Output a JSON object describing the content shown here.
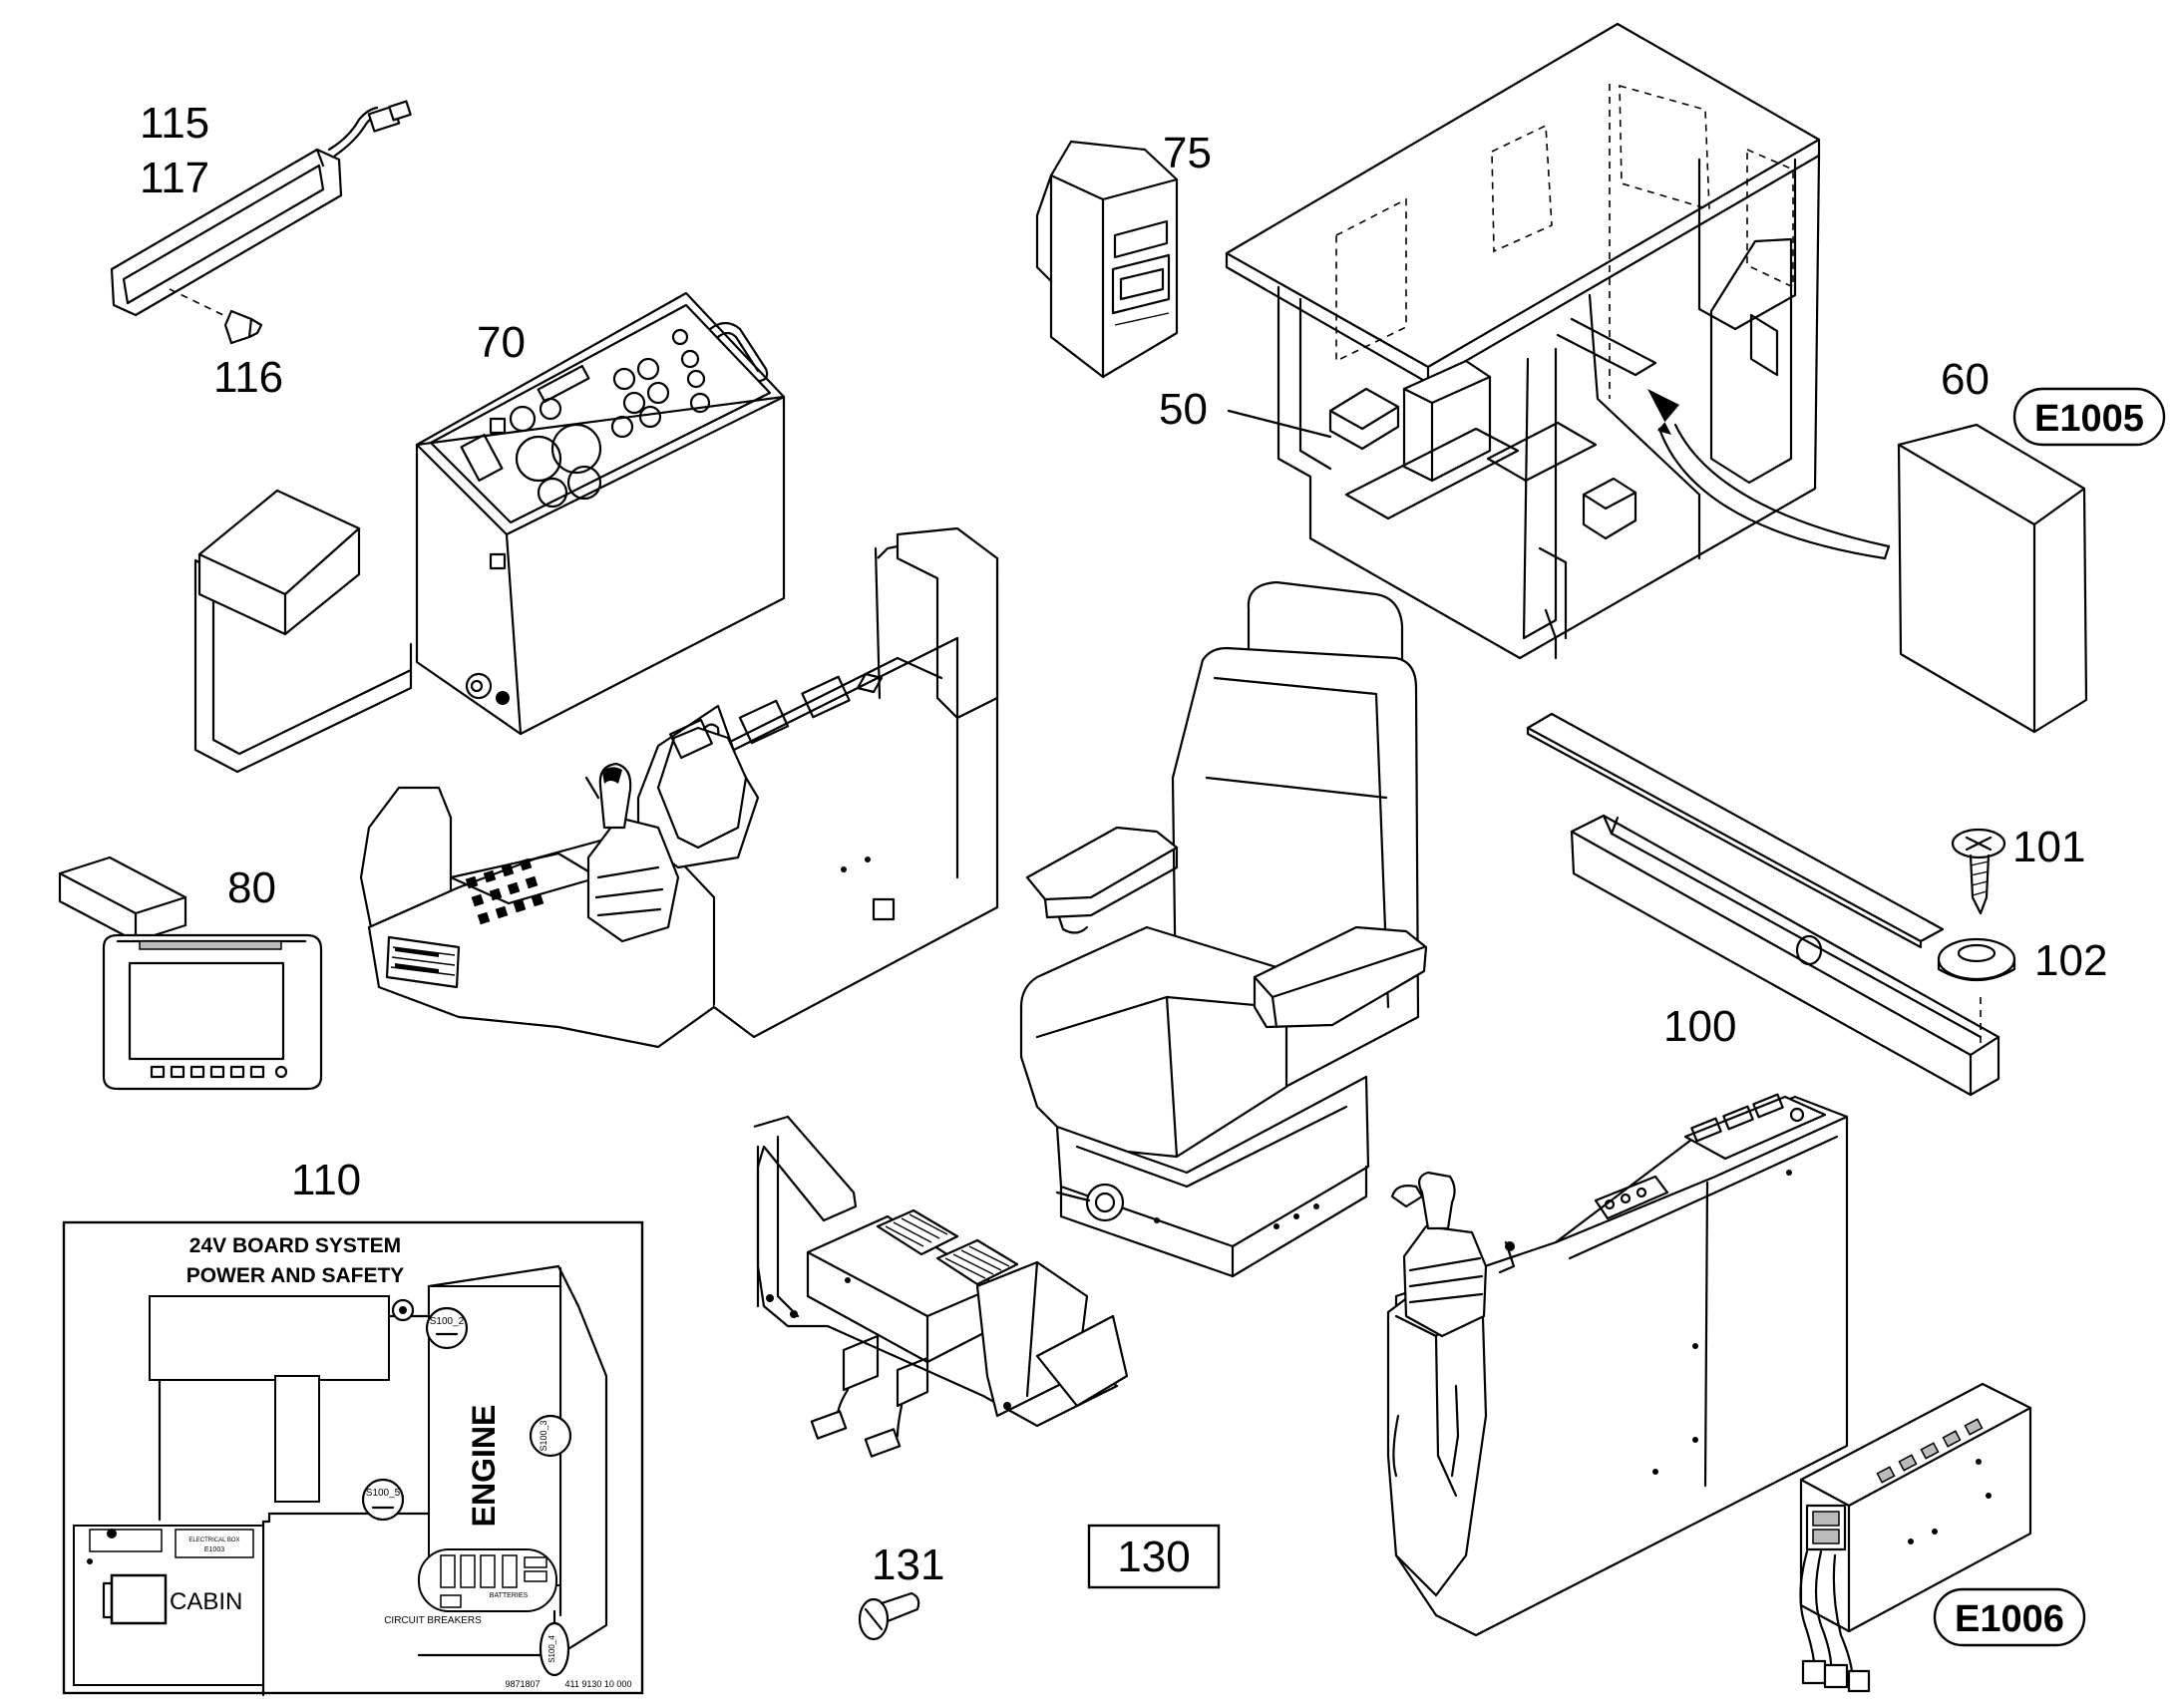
{
  "callouts": {
    "c115": "115",
    "c117": "117",
    "c116": "116",
    "c70": "70",
    "c75": "75",
    "c50": "50",
    "c60": "60",
    "c80": "80",
    "c101": "101",
    "c102": "102",
    "c100": "100",
    "c110": "110",
    "c131": "131",
    "c130": "130"
  },
  "badges": {
    "e1005": "E1005",
    "e1006": "E1006"
  },
  "document_110": {
    "title_line1": "24V BOARD SYSTEM",
    "title_line2": "POWER AND SAFETY",
    "engine": "ENGINE",
    "cabin": "CABIN",
    "circuit_breakers": "CIRCUIT BREAKERS",
    "batteries": "BATTERIES",
    "s100_2": "S100_2",
    "s100_5": "S100_5",
    "s100_3": "S100_3",
    "s100_4": "S100_4",
    "electrical_box": "ELECTRICAL BOX",
    "electrical_box_code": "E1003",
    "doc_number": "9871807",
    "doc_ref": "411 9130 10 000"
  }
}
